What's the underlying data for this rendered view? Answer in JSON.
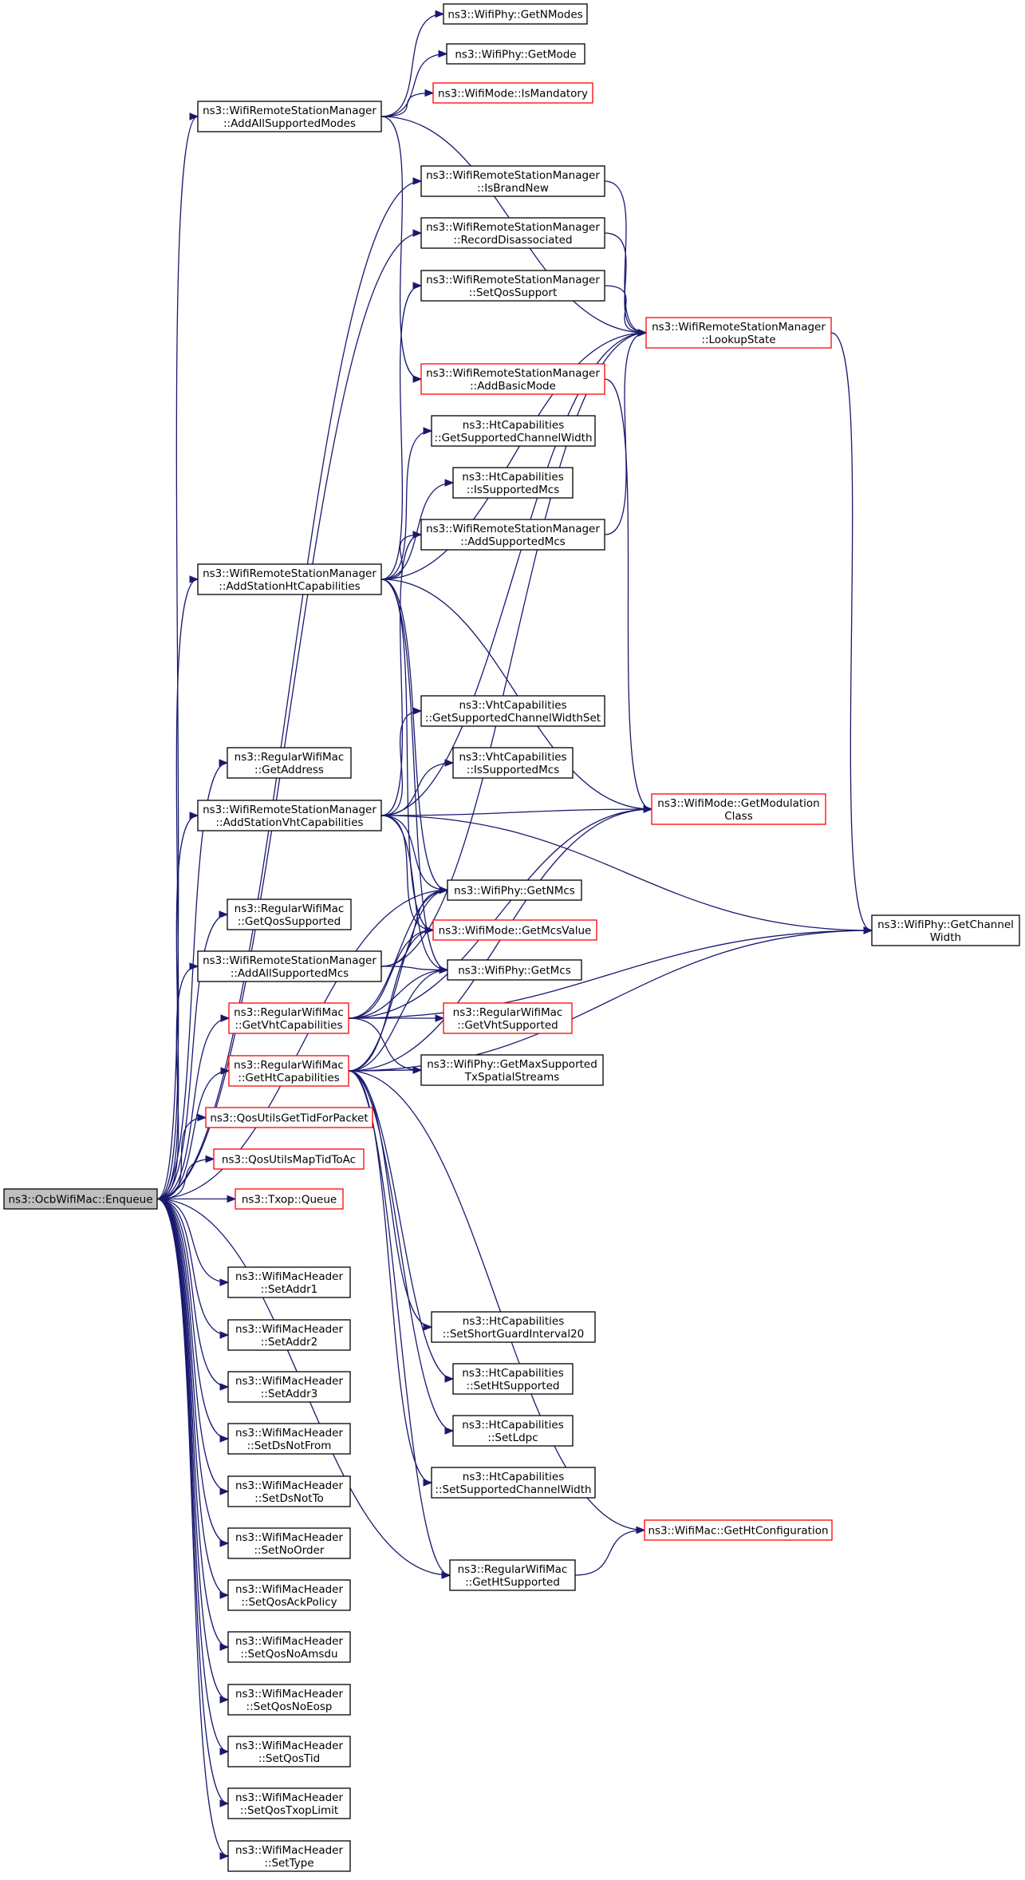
{
  "colors": {
    "edge": "#191970",
    "border_normal": "#000000",
    "border_highlight": "#ff0000",
    "root_fill": "#bfbfbf",
    "node_fill": "#ffffff"
  },
  "nodes": [
    {
      "id": "enqueue",
      "lines": [
        "ns3::OcbWifiMac::Enqueue"
      ],
      "style": "root"
    },
    {
      "id": "addAllSupportedModes",
      "lines": [
        "ns3::WifiRemoteStationManager",
        "::AddAllSupportedModes"
      ],
      "style": "normal"
    },
    {
      "id": "getNModes",
      "lines": [
        "ns3::WifiPhy::GetNModes"
      ],
      "style": "normal"
    },
    {
      "id": "getMode",
      "lines": [
        "ns3::WifiPhy::GetMode"
      ],
      "style": "normal"
    },
    {
      "id": "isMandatory",
      "lines": [
        "ns3::WifiMode::IsMandatory"
      ],
      "style": "highlight"
    },
    {
      "id": "isBrandNew",
      "lines": [
        "ns3::WifiRemoteStationManager",
        "::IsBrandNew"
      ],
      "style": "normal"
    },
    {
      "id": "recordDisassociated",
      "lines": [
        "ns3::WifiRemoteStationManager",
        "::RecordDisassociated"
      ],
      "style": "normal"
    },
    {
      "id": "setQosSupport",
      "lines": [
        "ns3::WifiRemoteStationManager",
        "::SetQosSupport"
      ],
      "style": "normal"
    },
    {
      "id": "lookupState",
      "lines": [
        "ns3::WifiRemoteStationManager",
        "::LookupState"
      ],
      "style": "highlight"
    },
    {
      "id": "addBasicMode",
      "lines": [
        "ns3::WifiRemoteStationManager",
        "::AddBasicMode"
      ],
      "style": "highlight"
    },
    {
      "id": "htGetSupportedChannelWidth",
      "lines": [
        "ns3::HtCapabilities",
        "::GetSupportedChannelWidth"
      ],
      "style": "normal"
    },
    {
      "id": "htIsSupportedMcs",
      "lines": [
        "ns3::HtCapabilities",
        "::IsSupportedMcs"
      ],
      "style": "normal"
    },
    {
      "id": "addSupportedMcs",
      "lines": [
        "ns3::WifiRemoteStationManager",
        "::AddSupportedMcs"
      ],
      "style": "normal"
    },
    {
      "id": "addStationHt",
      "lines": [
        "ns3::WifiRemoteStationManager",
        "::AddStationHtCapabilities"
      ],
      "style": "normal"
    },
    {
      "id": "vhtGetSupportedChannelWidthSet",
      "lines": [
        "ns3::VhtCapabilities",
        "::GetSupportedChannelWidthSet"
      ],
      "style": "normal"
    },
    {
      "id": "vhtIsSupportedMcs",
      "lines": [
        "ns3::VhtCapabilities",
        "::IsSupportedMcs"
      ],
      "style": "normal"
    },
    {
      "id": "getAddress",
      "lines": [
        "ns3::RegularWifiMac",
        "::GetAddress"
      ],
      "style": "normal"
    },
    {
      "id": "getModulationClass",
      "lines": [
        "ns3::WifiMode::GetModulation",
        "Class"
      ],
      "style": "highlight"
    },
    {
      "id": "addStationVht",
      "lines": [
        "ns3::WifiRemoteStationManager",
        "::AddStationVhtCapabilities"
      ],
      "style": "normal"
    },
    {
      "id": "getNMcs",
      "lines": [
        "ns3::WifiPhy::GetNMcs"
      ],
      "style": "normal"
    },
    {
      "id": "getChannelWidth",
      "lines": [
        "ns3::WifiPhy::GetChannel",
        "Width"
      ],
      "style": "normal"
    },
    {
      "id": "getQosSupported",
      "lines": [
        "ns3::RegularWifiMac",
        "::GetQosSupported"
      ],
      "style": "normal"
    },
    {
      "id": "getMcsValue",
      "lines": [
        "ns3::WifiMode::GetMcsValue"
      ],
      "style": "highlight"
    },
    {
      "id": "addAllSupportedMcs",
      "lines": [
        "ns3::WifiRemoteStationManager",
        "::AddAllSupportedMcs"
      ],
      "style": "normal"
    },
    {
      "id": "getMcs",
      "lines": [
        "ns3::WifiPhy::GetMcs"
      ],
      "style": "normal"
    },
    {
      "id": "getVhtCapabilities",
      "lines": [
        "ns3::RegularWifiMac",
        "::GetVhtCapabilities"
      ],
      "style": "highlight"
    },
    {
      "id": "getVhtSupported",
      "lines": [
        "ns3::RegularWifiMac",
        "::GetVhtSupported"
      ],
      "style": "highlight"
    },
    {
      "id": "getHtCapabilities",
      "lines": [
        "ns3::RegularWifiMac",
        "::GetHtCapabilities"
      ],
      "style": "highlight"
    },
    {
      "id": "getMaxSupportedTx",
      "lines": [
        "ns3::WifiPhy::GetMaxSupported",
        "TxSpatialStreams"
      ],
      "style": "normal"
    },
    {
      "id": "qosGetTid",
      "lines": [
        "ns3::QosUtilsGetTidForPacket"
      ],
      "style": "highlight"
    },
    {
      "id": "qosMapTid",
      "lines": [
        "ns3::QosUtilsMapTidToAc"
      ],
      "style": "highlight"
    },
    {
      "id": "txopQueue",
      "lines": [
        "ns3::Txop::Queue"
      ],
      "style": "highlight"
    },
    {
      "id": "setAddr1",
      "lines": [
        "ns3::WifiMacHeader",
        "::SetAddr1"
      ],
      "style": "normal"
    },
    {
      "id": "setShortGI",
      "lines": [
        "ns3::HtCapabilities",
        "::SetShortGuardInterval20"
      ],
      "style": "normal"
    },
    {
      "id": "setAddr2",
      "lines": [
        "ns3::WifiMacHeader",
        "::SetAddr2"
      ],
      "style": "normal"
    },
    {
      "id": "setHtSupported",
      "lines": [
        "ns3::HtCapabilities",
        "::SetHtSupported"
      ],
      "style": "normal"
    },
    {
      "id": "setAddr3",
      "lines": [
        "ns3::WifiMacHeader",
        "::SetAddr3"
      ],
      "style": "normal"
    },
    {
      "id": "setLdpc",
      "lines": [
        "ns3::HtCapabilities",
        "::SetLdpc"
      ],
      "style": "normal"
    },
    {
      "id": "setDsNotFrom",
      "lines": [
        "ns3::WifiMacHeader",
        "::SetDsNotFrom"
      ],
      "style": "normal"
    },
    {
      "id": "setSupportedChannelWidth",
      "lines": [
        "ns3::HtCapabilities",
        "::SetSupportedChannelWidth"
      ],
      "style": "normal"
    },
    {
      "id": "setDsNotTo",
      "lines": [
        "ns3::WifiMacHeader",
        "::SetDsNotTo"
      ],
      "style": "normal"
    },
    {
      "id": "getHtConfiguration",
      "lines": [
        "ns3::WifiMac::GetHtConfiguration"
      ],
      "style": "highlight"
    },
    {
      "id": "setNoOrder",
      "lines": [
        "ns3::WifiMacHeader",
        "::SetNoOrder"
      ],
      "style": "normal"
    },
    {
      "id": "getHtSupported",
      "lines": [
        "ns3::RegularWifiMac",
        "::GetHtSupported"
      ],
      "style": "normal"
    },
    {
      "id": "setQosAckPolicy",
      "lines": [
        "ns3::WifiMacHeader",
        "::SetQosAckPolicy"
      ],
      "style": "normal"
    },
    {
      "id": "setQosNoAmsdu",
      "lines": [
        "ns3::WifiMacHeader",
        "::SetQosNoAmsdu"
      ],
      "style": "normal"
    },
    {
      "id": "setQosNoEosp",
      "lines": [
        "ns3::WifiMacHeader",
        "::SetQosNoEosp"
      ],
      "style": "normal"
    },
    {
      "id": "setQosTid",
      "lines": [
        "ns3::WifiMacHeader",
        "::SetQosTid"
      ],
      "style": "normal"
    },
    {
      "id": "setQosTxopLimit",
      "lines": [
        "ns3::WifiMacHeader",
        "::SetQosTxopLimit"
      ],
      "style": "normal"
    },
    {
      "id": "setType",
      "lines": [
        "ns3::WifiMacHeader",
        "::SetType"
      ],
      "style": "normal"
    }
  ],
  "edges": [
    [
      "enqueue",
      "addAllSupportedModes"
    ],
    [
      "enqueue",
      "isBrandNew"
    ],
    [
      "enqueue",
      "recordDisassociated"
    ],
    [
      "enqueue",
      "addStationHt"
    ],
    [
      "enqueue",
      "getAddress"
    ],
    [
      "enqueue",
      "addStationVht"
    ],
    [
      "enqueue",
      "getQosSupported"
    ],
    [
      "enqueue",
      "addAllSupportedMcs"
    ],
    [
      "enqueue",
      "getVhtCapabilities"
    ],
    [
      "enqueue",
      "getHtCapabilities"
    ],
    [
      "enqueue",
      "qosGetTid"
    ],
    [
      "enqueue",
      "qosMapTid"
    ],
    [
      "enqueue",
      "txopQueue"
    ],
    [
      "enqueue",
      "setAddr1"
    ],
    [
      "enqueue",
      "setAddr2"
    ],
    [
      "enqueue",
      "setAddr3"
    ],
    [
      "enqueue",
      "setDsNotFrom"
    ],
    [
      "enqueue",
      "setDsNotTo"
    ],
    [
      "enqueue",
      "setNoOrder"
    ],
    [
      "enqueue",
      "setQosAckPolicy"
    ],
    [
      "enqueue",
      "setQosNoAmsdu"
    ],
    [
      "enqueue",
      "setQosNoEosp"
    ],
    [
      "enqueue",
      "setQosTid"
    ],
    [
      "enqueue",
      "setQosTxopLimit"
    ],
    [
      "enqueue",
      "setType"
    ],
    [
      "enqueue",
      "getNMcs"
    ],
    [
      "enqueue",
      "getHtSupported"
    ],
    [
      "addAllSupportedModes",
      "getNModes"
    ],
    [
      "addAllSupportedModes",
      "getMode"
    ],
    [
      "addAllSupportedModes",
      "isMandatory"
    ],
    [
      "addAllSupportedModes",
      "lookupState"
    ],
    [
      "addAllSupportedModes",
      "addBasicMode"
    ],
    [
      "isBrandNew",
      "lookupState"
    ],
    [
      "recordDisassociated",
      "lookupState"
    ],
    [
      "setQosSupport",
      "lookupState"
    ],
    [
      "addBasicMode",
      "getModulationClass"
    ],
    [
      "addSupportedMcs",
      "lookupState"
    ],
    [
      "lookupState",
      "getChannelWidth"
    ],
    [
      "addStationHt",
      "setQosSupport"
    ],
    [
      "addStationHt",
      "lookupState"
    ],
    [
      "addStationHt",
      "htGetSupportedChannelWidth"
    ],
    [
      "addStationHt",
      "htIsSupportedMcs"
    ],
    [
      "addStationHt",
      "addSupportedMcs"
    ],
    [
      "addStationHt",
      "getModulationClass"
    ],
    [
      "addStationHt",
      "getNMcs"
    ],
    [
      "addStationHt",
      "getMcsValue"
    ],
    [
      "addStationHt",
      "getMcs"
    ],
    [
      "addStationVht",
      "vhtGetSupportedChannelWidthSet"
    ],
    [
      "addStationVht",
      "vhtIsSupportedMcs"
    ],
    [
      "addStationVht",
      "getModulationClass"
    ],
    [
      "addStationVht",
      "getChannelWidth"
    ],
    [
      "addStationVht",
      "addSupportedMcs"
    ],
    [
      "addStationVht",
      "lookupState"
    ],
    [
      "addStationVht",
      "getNMcs"
    ],
    [
      "addStationVht",
      "getMcsValue"
    ],
    [
      "addStationVht",
      "getMcs"
    ],
    [
      "addAllSupportedMcs",
      "getNMcs"
    ],
    [
      "addAllSupportedMcs",
      "getMcs"
    ],
    [
      "addAllSupportedMcs",
      "lookupState"
    ],
    [
      "getVhtCapabilities",
      "getNMcs"
    ],
    [
      "getVhtCapabilities",
      "getMcsValue"
    ],
    [
      "getVhtCapabilities",
      "getMcs"
    ],
    [
      "getVhtCapabilities",
      "getVhtSupported"
    ],
    [
      "getVhtCapabilities",
      "getMaxSupportedTx"
    ],
    [
      "getVhtCapabilities",
      "getModulationClass"
    ],
    [
      "getVhtCapabilities",
      "getChannelWidth"
    ],
    [
      "getHtCapabilities",
      "getNMcs"
    ],
    [
      "getHtCapabilities",
      "getMcsValue"
    ],
    [
      "getHtCapabilities",
      "getMcs"
    ],
    [
      "getHtCapabilities",
      "getMaxSupportedTx"
    ],
    [
      "getHtCapabilities",
      "getModulationClass"
    ],
    [
      "getHtCapabilities",
      "getChannelWidth"
    ],
    [
      "getHtCapabilities",
      "setShortGI"
    ],
    [
      "getHtCapabilities",
      "setHtSupported"
    ],
    [
      "getHtCapabilities",
      "setLdpc"
    ],
    [
      "getHtCapabilities",
      "setSupportedChannelWidth"
    ],
    [
      "getHtCapabilities",
      "getHtConfiguration"
    ],
    [
      "getHtCapabilities",
      "getHtSupported"
    ],
    [
      "getHtSupported",
      "getHtConfiguration"
    ]
  ]
}
